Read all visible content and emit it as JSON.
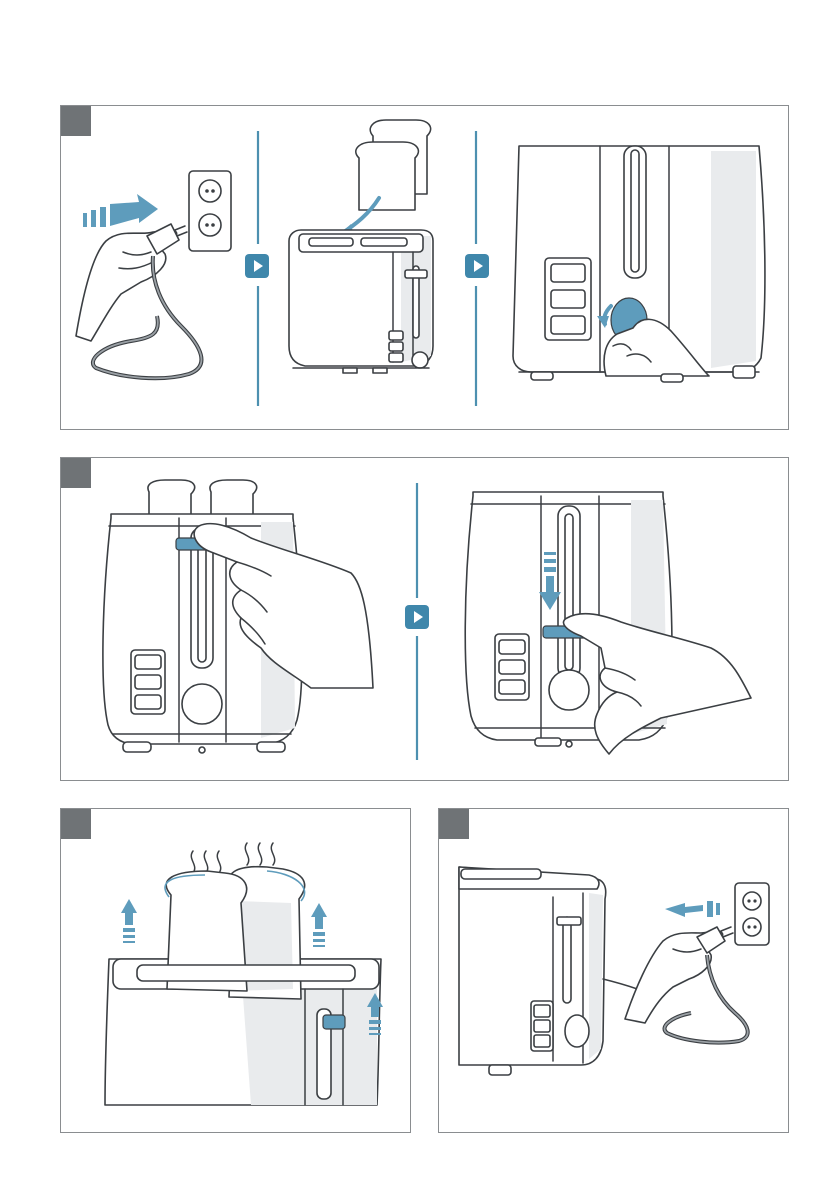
{
  "page": {
    "background": "#ffffff",
    "panel_border": "#8a8d90",
    "step_tab_color": "#6f7376",
    "accent_blue": "#5e9cbc",
    "divider_blue": "#4d90b0"
  },
  "panels": [
    {
      "id": "step-1",
      "figures": [
        "plug-into-socket",
        "insert-bread-slices",
        "turn-browning-dial"
      ],
      "icons": [
        "next-arrow-icon",
        "next-arrow-icon"
      ]
    },
    {
      "id": "step-2",
      "figures": [
        "press-lever-down-start",
        "lever-pressed-down"
      ],
      "icons": [
        "next-arrow-icon"
      ]
    },
    {
      "id": "step-3",
      "figures": [
        "toast-pops-up-steaming"
      ],
      "icons": []
    },
    {
      "id": "step-4",
      "figures": [
        "unplug-from-socket"
      ],
      "icons": []
    }
  ]
}
